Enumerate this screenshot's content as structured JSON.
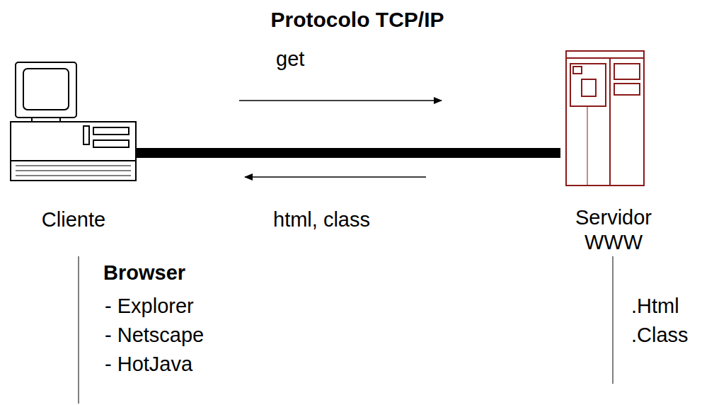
{
  "diagram": {
    "title": "Protocolo TCP/IP",
    "nodes": [
      {
        "text": [
          "Cliente"
        ]
      },
      {
        "text": [
          "Servidor WWW"
        ]
      }
    ],
    "edges": [
      {
        "from": 0,
        "to": 1,
        "arrow": "none"
      }
    ],
    "labels": [
      "get",
      "html, class",
      "Browser",
      "- Explorer",
      "- Netscape",
      "- HotJava",
      ".Html",
      ".Class"
    ]
  }
}
